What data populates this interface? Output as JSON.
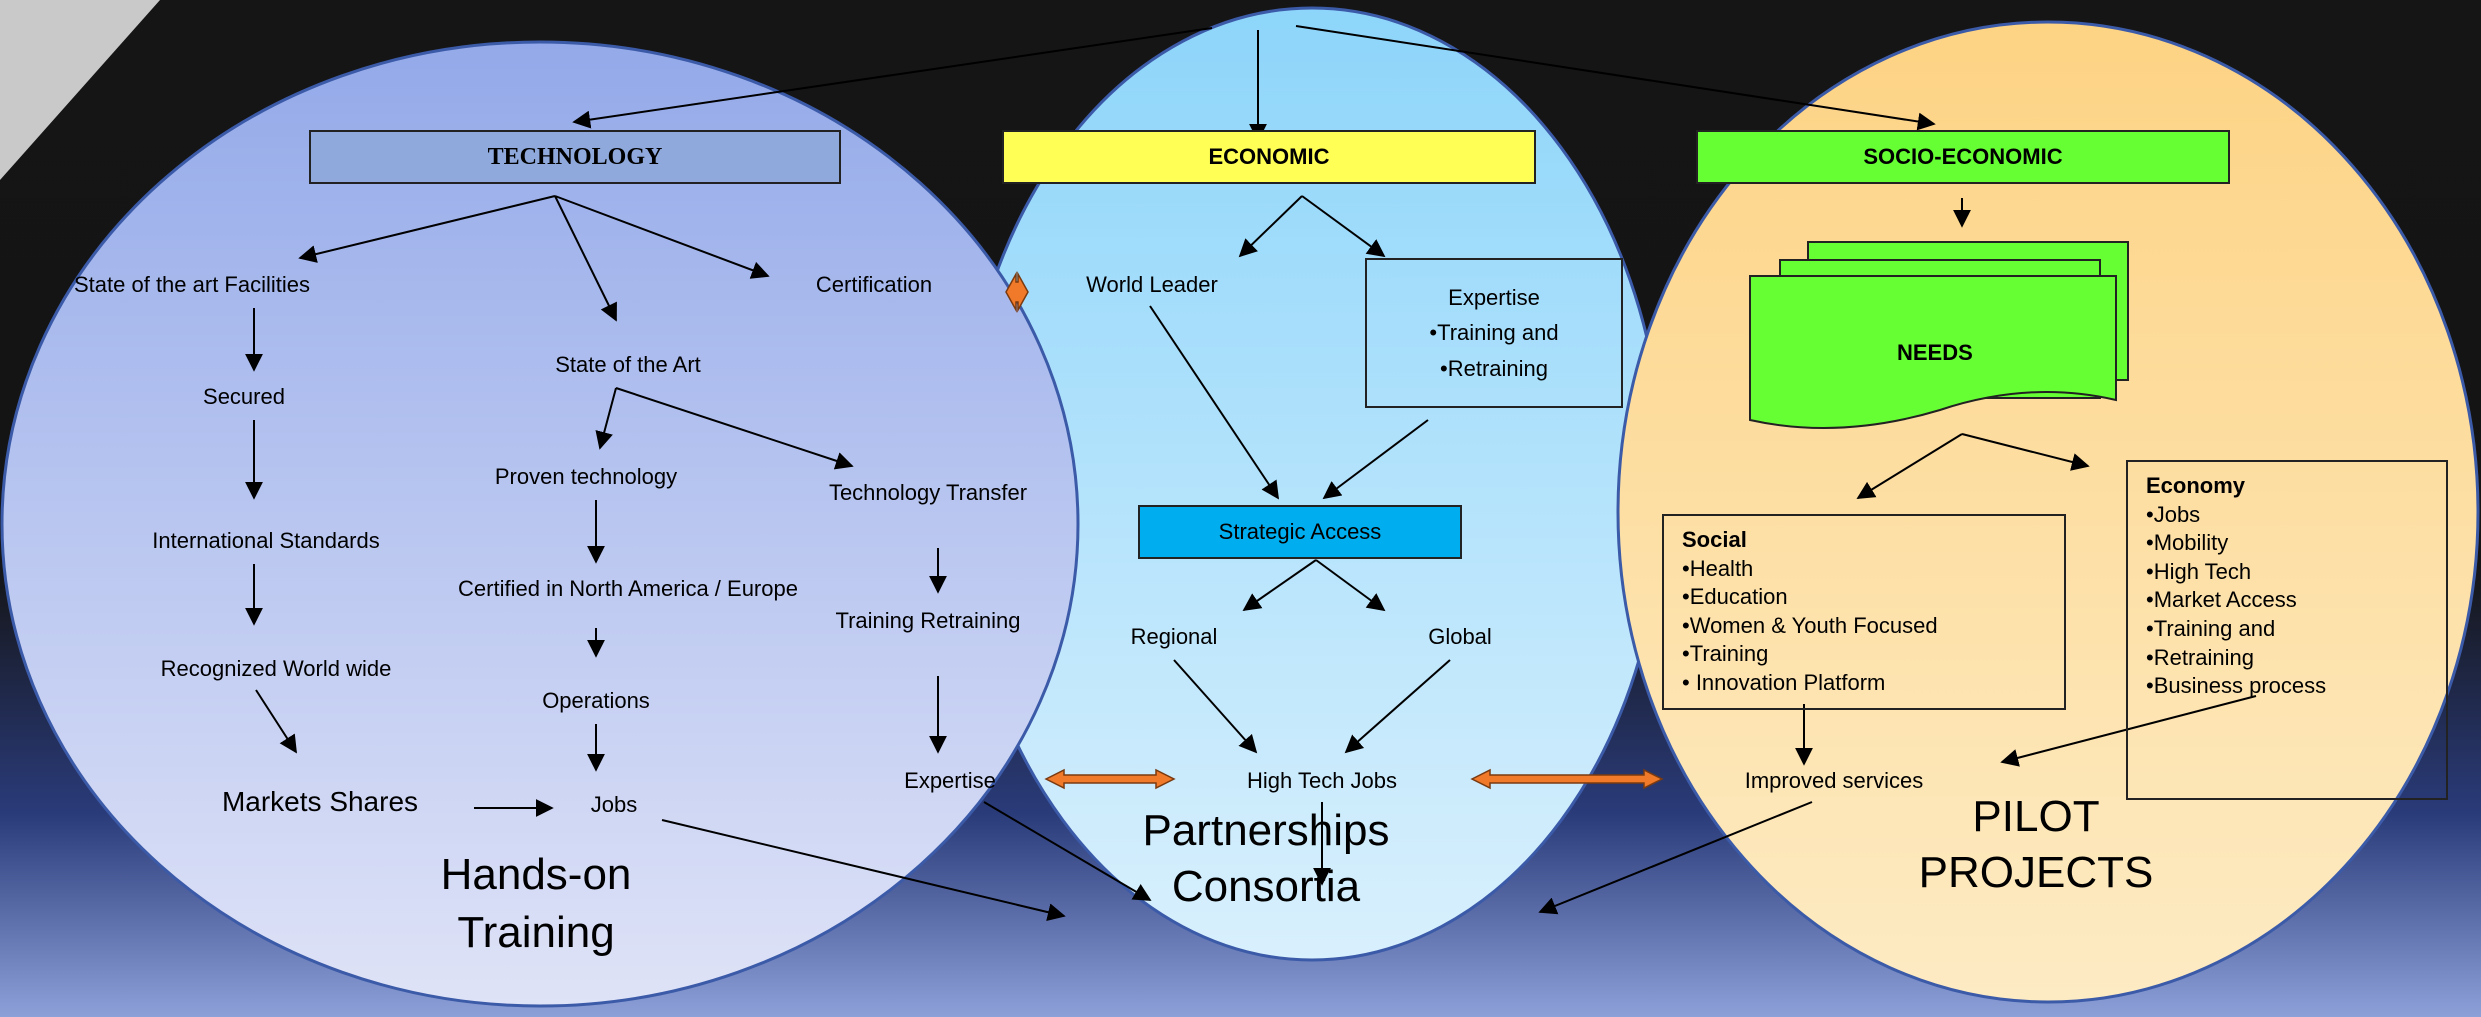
{
  "colors": {
    "tech_circle": "#a9b8ec",
    "econ_circle": "#9fdcfb",
    "socio_circle": "#fddc98",
    "tech_header": "#8fa9dc",
    "econ_header": "#ffff55",
    "socio_header": "#66ff33",
    "needs": "#66ff33",
    "strategic_access": "#00aeef",
    "double_arrow": "#f07a2a"
  },
  "headers": {
    "technology": "TECHNOLOGY",
    "economic": "ECONOMIC",
    "socio_economic": "SOCIO-ECONOMIC"
  },
  "technology": {
    "facilities": "State of the art Facilities",
    "secured": "Secured",
    "intl_standards": "International Standards",
    "recognized": "Recognized World wide",
    "market_shares": "Markets Shares",
    "state_of_art": "State of the Art",
    "proven": "Proven technology",
    "certified_na": "Certified in North America / Europe",
    "operations": "Operations",
    "jobs": "Jobs",
    "certification": "Certification",
    "transfer": "Technology Transfer",
    "training_retraining": "Training Retraining",
    "expertise": "Expertise",
    "footer_line1": "Hands-on",
    "footer_line2": "Training"
  },
  "economic": {
    "world_leader": "World Leader",
    "expertise_title": "Expertise",
    "expertise_item1": "•Training and",
    "expertise_item2": "•Retraining",
    "strategic_access": "Strategic Access",
    "regional": "Regional",
    "global": "Global",
    "high_tech_jobs": "High Tech Jobs",
    "footer_line1": "Partnerships",
    "footer_line2": "Consortia"
  },
  "socio": {
    "needs": "NEEDS",
    "social_title": "Social",
    "social_items": [
      "•Health",
      "•Education",
      "•Women & Youth Focused",
      "•Training",
      "• Innovation Platform"
    ],
    "economy_title": "Economy",
    "economy_items": [
      "•Jobs",
      "•Mobility",
      "•High Tech",
      "•Market Access",
      "•Training and",
      "•Retraining",
      "•Business process"
    ],
    "improved_services": "Improved services",
    "footer_line1": "PILOT",
    "footer_line2": "PROJECTS"
  }
}
